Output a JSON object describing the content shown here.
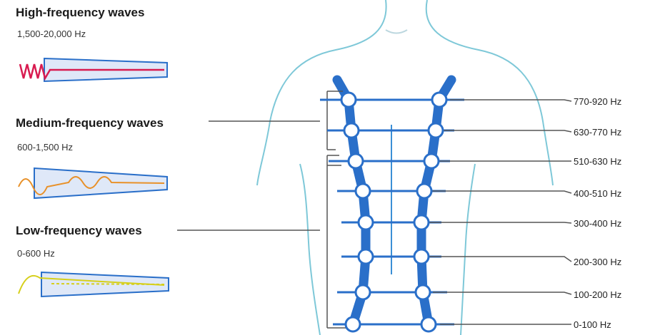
{
  "wave_types": [
    {
      "title": "High-frequency waves",
      "range": "1,500-20,000 Hz",
      "wave_color": "#d81b50"
    },
    {
      "title": "Medium-frequency waves",
      "range": "600-1,500 Hz",
      "wave_color": "#e8912a"
    },
    {
      "title": "Low-frequency waves",
      "range": "0-600 Hz",
      "wave_color": "#d6cf1a"
    }
  ],
  "frequency_bands": [
    "770-920 Hz",
    "630-770 Hz",
    "510-630 Hz",
    "400-510 Hz",
    "300-400 Hz",
    "200-300 Hz",
    "100-200 Hz",
    "0-100 Hz"
  ],
  "colors": {
    "cochlea_blue": "#2a6fc9",
    "body_outline": "#7ec8d8",
    "tube_fill": "#dfe8f8",
    "line": "#555555"
  }
}
